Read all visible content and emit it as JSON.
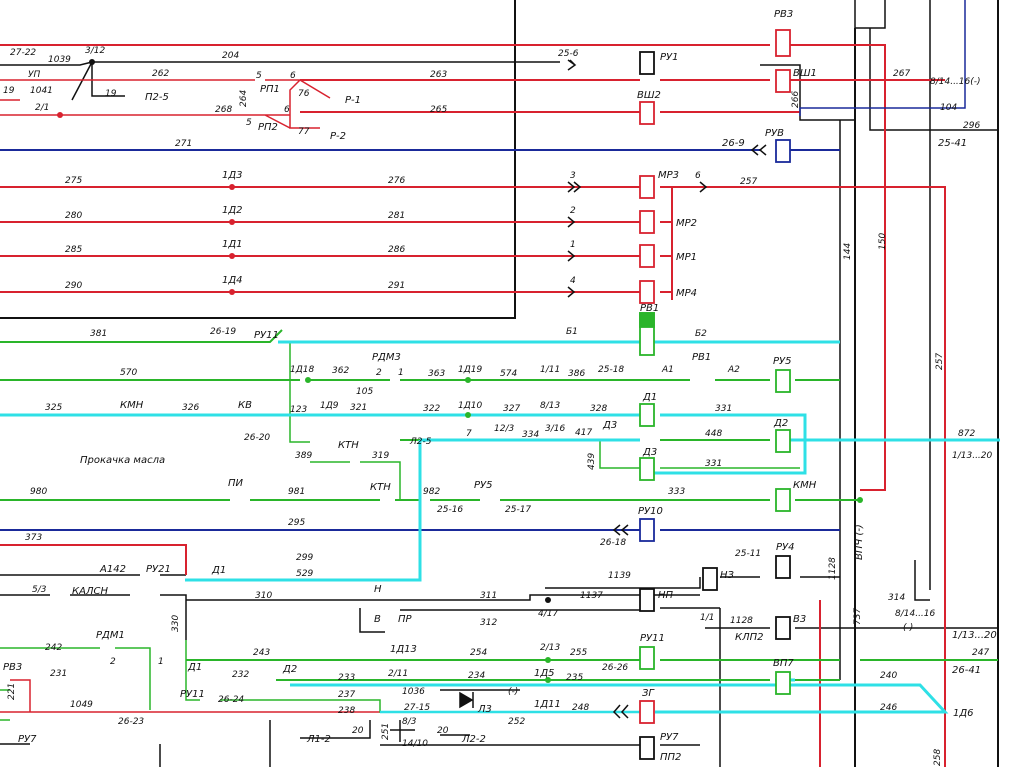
{
  "colors": {
    "red": "#d8222f",
    "black": "#111111",
    "blue": "#1a2a9a",
    "green": "#2ab52a",
    "highlight": "#2ee0e6"
  },
  "labels": {
    "w_1_22": "27-22",
    "w_1039": "1039",
    "w_3_12": "3/12",
    "w_204": "204",
    "w_up": "УП",
    "w_19a": "19",
    "w_1041": "1041",
    "w_19b": "19",
    "w_p2_5": "П2-5",
    "w_2_1": "2/1",
    "w_262": "262",
    "w_263": "263",
    "w_267": "267",
    "w_268": "268",
    "w_265": "265",
    "w_5a": "5",
    "w_5b": "5",
    "w_264": "264",
    "w_rp1": "РП1",
    "w_rp2": "РП2",
    "w_6a": "6",
    "w_6b": "6",
    "w_76": "76",
    "w_77": "77",
    "w_r1": "Р-1",
    "w_r2": "Р-2",
    "w_25_6": "25-6",
    "w_ru1": "РУ1",
    "w_rv3": "РВ3",
    "w_vsh1": "ВШ1",
    "w_vsh2": "ВШ2",
    "w_266": "266",
    "w_104": "104",
    "w_8_14": "8/14...16(-)",
    "w_296": "296",
    "w_25_41": "25-41",
    "w_271": "271",
    "w_26_9": "26-9",
    "w_ruv": "РУВ",
    "w_275": "275",
    "w_1d3": "1Д3",
    "w_276": "276",
    "w_3": "3",
    "w_mr3": "МР3",
    "w_6c": "6",
    "w_257a": "257",
    "w_280": "280",
    "w_1d2": "1Д2",
    "w_281": "281",
    "w_2": "2",
    "w_mr2": "МР2",
    "w_285": "285",
    "w_1d1": "1Д1",
    "w_286": "286",
    "w_1": "1",
    "w_mr1": "МР1",
    "w_290": "290",
    "w_1d4": "1Д4",
    "w_291": "291",
    "w_4": "4",
    "w_mr4": "МР4",
    "w_144": "144",
    "w_150": "150",
    "w_257b": "257",
    "w_381": "381",
    "w_26_19": "26-19",
    "w_ru11a": "РУ11",
    "w_b1": "Б1",
    "w_b2": "Б2",
    "w_rv1a": "РВ1",
    "w_570": "570",
    "w_1d18": "1Д18",
    "w_362": "362",
    "w_rdm3": "РДМ3",
    "w_2b": "2",
    "w_1b": "1",
    "w_105": "105",
    "w_363": "363",
    "w_1d19": "1Д19",
    "w_574": "574",
    "w_1_11": "1/11",
    "w_386": "386",
    "w_25_18": "25-18",
    "w_a1": "А1",
    "w_rv1b": "РВ1",
    "w_a2": "А2",
    "w_ru5a": "РУ5",
    "w_325": "325",
    "w_kmn": "КМН",
    "w_326": "326",
    "w_kv": "КВ",
    "w_123": "123",
    "w_1d9": "1Д9",
    "w_321": "321",
    "w_322": "322",
    "w_1d10": "1Д10",
    "w_327": "327",
    "w_8_13": "8/13",
    "w_328": "328",
    "w_d1a": "Д1",
    "w_331a": "331",
    "w_26_20": "26-20",
    "w_l2_5": "Л2-5",
    "w_7": "7",
    "w_12_3": "12/3",
    "w_334": "334",
    "w_3_16": "3/16",
    "w_417": "417",
    "w_d3a": "Д3",
    "w_448": "448",
    "w_d2a": "Д2",
    "w_872": "872",
    "w_1_13": "1/13...20",
    "w_prokachka": "Прокачка масла",
    "w_389": "389",
    "w_ktn1": "КТН",
    "w_319": "319",
    "w_439": "439",
    "w_d3b": "Д3",
    "w_331b": "331",
    "w_980": "980",
    "w_pi": "ПИ",
    "w_981": "981",
    "w_ktn2": "КТН",
    "w_982": "982",
    "w_ru5b": "РУ5",
    "w_25_16": "25-16",
    "w_25_17": "25-17",
    "w_333": "333",
    "w_kmn2": "КМН",
    "w_373": "373",
    "w_295": "295",
    "w_ru10": "РУ10",
    "w_26_18": "26-18",
    "w_vpch": "ВПЧ (-)",
    "w_299": "299",
    "w_529": "529",
    "w_a142": "А142",
    "w_ru21": "РУ21",
    "w_d1b": "Д1",
    "w_25_11": "25-11",
    "w_ru4": "РУ4",
    "w_1128a": "1128",
    "w_5_3": "5/3",
    "w_kalsn": "КАЛСН",
    "w_1139": "1139",
    "w_nz": "НЗ",
    "w_310": "310",
    "w_n": "Н",
    "w_311": "311",
    "w_1137": "1137",
    "w_np": "НП",
    "w_4_17": "4/17",
    "w_314": "314",
    "w_8_14b": "8/14...16",
    "w_minus": "(-)",
    "w_v": "В",
    "w_pr": "ПР",
    "w_312": "312",
    "w_1_1": "1/1",
    "w_1128b": "1128",
    "w_v3": "В3",
    "w_klp2": "КЛП2",
    "w_737": "737",
    "w_1_13b": "1/13...20",
    "w_242": "242",
    "w_rdm1": "РДМ1",
    "w_2c": "2",
    "w_1c": "1",
    "w_330": "330",
    "w_243": "243",
    "w_1d13": "1Д13",
    "w_254": "254",
    "w_2_13": "2/13",
    "w_255": "255",
    "w_ru11b": "РУ11",
    "w_26_26": "26-26",
    "w_247": "247",
    "w_26_41": "26-41",
    "w_rv3b": "РВ3",
    "w_231": "231",
    "w_d1c": "Д1",
    "w_232": "232",
    "w_d2b": "Д2",
    "w_233": "233",
    "w_2_11": "2/11",
    "w_234": "234",
    "w_1d5": "1Д5",
    "w_235": "235",
    "w_vp7": "ВП7",
    "w_240": "240",
    "w_221": "221",
    "w_1049": "1049",
    "w_ru11c": "РУ11",
    "w_26_24": "26-24",
    "w_237": "237",
    "w_1036": "1036",
    "w_minus2": "(-)",
    "w_27_15": "27-15",
    "w_l3": "Л3",
    "w_1d11": "1Д11",
    "w_248": "248",
    "w_zg": "ЗГ",
    "w_246": "246",
    "w_1d6": "1Д6",
    "w_26_23": "26-23",
    "w_238": "238",
    "w_252": "252",
    "w_8_3": "8/3",
    "w_251": "251",
    "w_ru7a": "РУ7",
    "w_l1_2": "Л1-2",
    "w_20a": "20",
    "w_20b": "20",
    "w_14_10": "14/10",
    "w_l2_2": "Л2-2",
    "w_ru7b": "РУ7",
    "w_pp2": "ПП2",
    "w_258": "258"
  }
}
